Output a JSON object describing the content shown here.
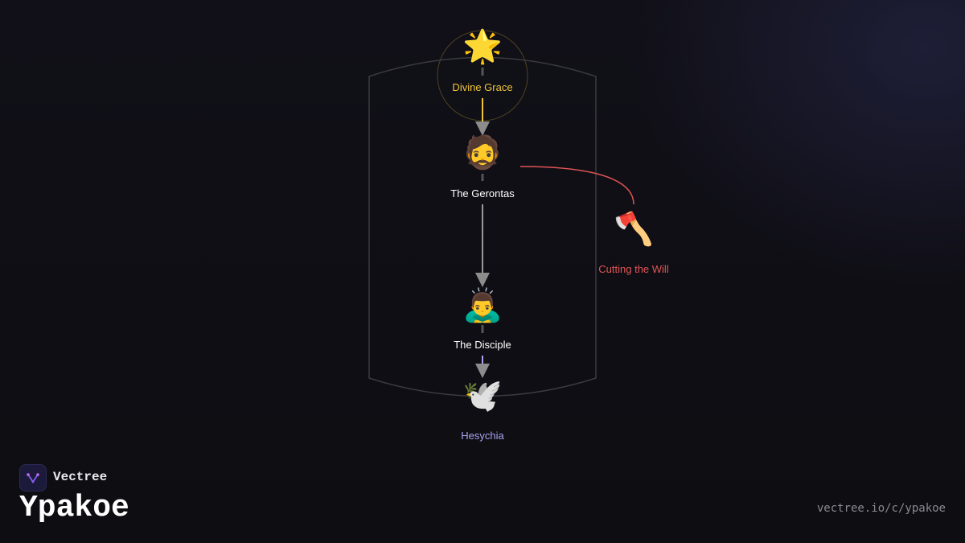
{
  "brand": {
    "name": "Vectree",
    "logo_icon": "vectree-logo-icon"
  },
  "page": {
    "title": "Ypakoe",
    "url": "vectree.io/c/ypakoe"
  },
  "colors": {
    "background": "#0f0e14",
    "divine": "#f0c53a",
    "danger": "#e05555",
    "peace": "#a8a4f0",
    "neutral": "#ffffff",
    "connector": "#8a8a8a"
  },
  "nodes": {
    "divine_grace": {
      "label": "Divine Grace",
      "icon": "star-icon",
      "glyph": "🌟"
    },
    "gerontas": {
      "label": "The Gerontas",
      "icon": "bearded-man-icon",
      "glyph": "🧔"
    },
    "cutting_will": {
      "label": "Cutting the Will",
      "icon": "axe-icon",
      "glyph": "🪓"
    },
    "disciple": {
      "label": "The Disciple",
      "icon": "bowing-man-icon",
      "glyph": "🙇‍♂️"
    },
    "hesychia": {
      "label": "Hesychia",
      "icon": "dove-icon",
      "glyph": "🕊️"
    }
  }
}
